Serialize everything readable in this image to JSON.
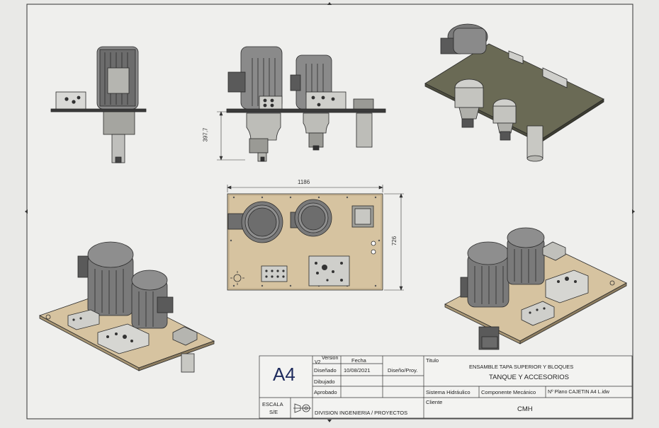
{
  "title_block": {
    "sheet_size": "A4",
    "headers": {
      "version": "Version",
      "fecha": "Fecha"
    },
    "version_value": "V2",
    "rows": [
      {
        "label": "Diseñado",
        "date": "10/08/2021",
        "role": "Diseño/Proy."
      },
      {
        "label": "Dibujado",
        "date": "",
        "role": ""
      },
      {
        "label": "Aprobado",
        "date": "",
        "role": ""
      }
    ],
    "titulo_label": "Titulo",
    "title_line1": "ENSAMBLE  TAPA SUPERIOR Y BLOQUES",
    "title_line2": "TANQUE Y ACCESORIOS",
    "sistema": "Sistema Hidráulico",
    "componente": "Componente Mecánico",
    "plano": "Nº Plano  CAJETIN A4 L.idw",
    "cliente_label": "Cliente",
    "cliente_value": "CMH",
    "escala_label": "ESCALA",
    "escala_value": "S/E",
    "division": "DIVISION INGENIERIA / PROYECTOS"
  },
  "dimensions": {
    "height_front": "397,7",
    "top_width": "1186",
    "top_height": "726"
  },
  "colors": {
    "plate": "#d6c3a0",
    "plate_dark": "#6a6a55",
    "motor": "#7b7b7b",
    "motor_dark": "#4a4a4a",
    "line": "#2a2a2a"
  }
}
